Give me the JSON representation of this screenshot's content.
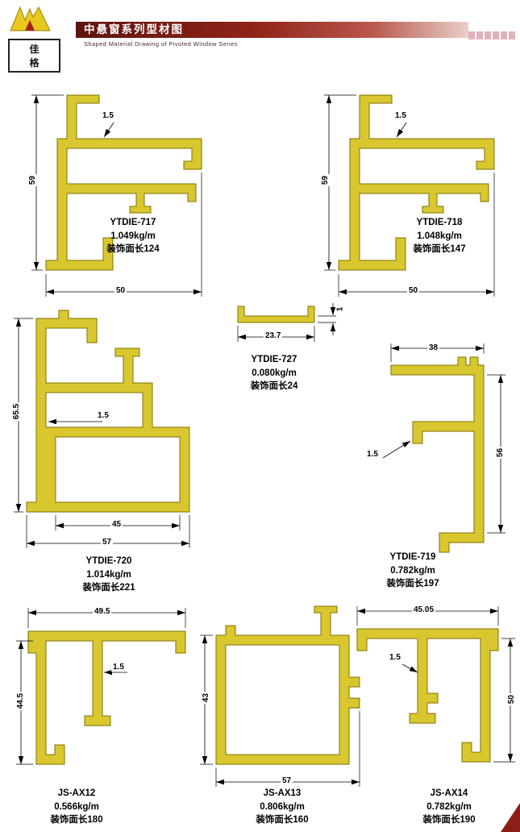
{
  "header": {
    "logo_text": "佳 格",
    "title": "中悬窗系列型材图",
    "subtitle": "Shaped Material Drawing of Pivoted Window Series"
  },
  "colors": {
    "profile_fill": "#d9c72f",
    "profile_stroke": "#7f7100",
    "accent_red": "#8b1f16"
  },
  "profiles": [
    {
      "model": "YTDIE-717",
      "weight": "1.049kg/m",
      "finish": "装饰面长124",
      "dim_height": "59",
      "dim_wall": "1.5",
      "dim_width": "50"
    },
    {
      "model": "YTDIE-718",
      "weight": "1.048kg/m",
      "finish": "装饰面长147",
      "dim_height": "59",
      "dim_wall": "1.5",
      "dim_width": "50"
    },
    {
      "model": "YTDIE-727",
      "weight": "0.080kg/m",
      "finish": "装饰面长24",
      "dim_width": "23.7",
      "dim_wall": "1"
    },
    {
      "model": "YTDIE-720",
      "weight": "1.014kg/m",
      "finish": "装饰面长221",
      "dim_height": "65.5",
      "dim_wall": "1.5",
      "dim_inner": "45",
      "dim_width": "57"
    },
    {
      "model": "YTDIE-719",
      "weight": "0.782kg/m",
      "finish": "装饰面长197",
      "dim_top": "38",
      "dim_height": "56",
      "dim_wall": "1.5"
    },
    {
      "model": "JS-AX12",
      "weight": "0.566kg/m",
      "finish": "装饰面长180",
      "dim_top": "49.5",
      "dim_height": "44.5",
      "dim_wall": "1.5"
    },
    {
      "model": "JS-AX13",
      "weight": "0.806kg/m",
      "finish": "装饰面长160",
      "dim_height": "43",
      "dim_width": "57"
    },
    {
      "model": "JS-AX14",
      "weight": "0.782kg/m",
      "finish": "装饰面长190",
      "dim_top": "45.05",
      "dim_height": "50",
      "dim_wall": "1.5"
    }
  ]
}
